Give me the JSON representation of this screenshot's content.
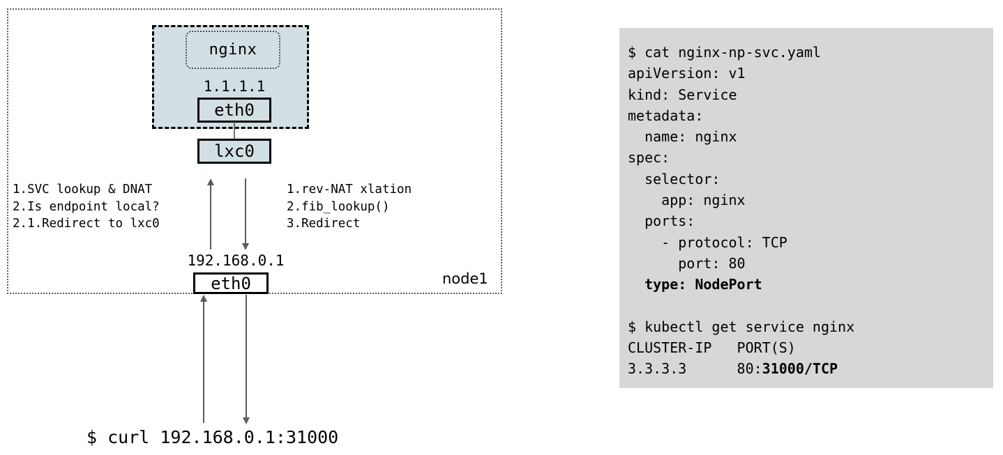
{
  "diagram": {
    "node": {
      "label": "node1",
      "interface": {
        "name": "eth0",
        "ip": "192.168.0.1"
      }
    },
    "pod": {
      "container": {
        "name": "nginx"
      },
      "interface": {
        "name": "eth0",
        "ip": "1.1.1.1"
      },
      "host_veth": {
        "name": "lxc0"
      }
    },
    "notes_ingress": "1.SVC lookup & DNAT\n2.Is endpoint local?\n2.1.Redirect to lxc0",
    "notes_egress": "1.rev-NAT xlation\n2.fib_lookup()\n3.Redirect",
    "client_command": "$ curl 192.168.0.1:31000",
    "colors": {
      "pod_fill": "#d3e0e3",
      "panel_fill": "#d7d7d7",
      "arrow": "#5b5b5b",
      "node_border": "#595959"
    }
  },
  "terminal": {
    "lines": [
      "$ cat nginx-np-svc.yaml",
      "apiVersion: v1",
      "kind: Service",
      "metadata:",
      "  name: nginx",
      "spec:",
      "  selector:",
      "    app: nginx",
      "  ports:",
      "    - protocol: TCP",
      "      port: 80"
    ],
    "type_line": "  type: NodePort",
    "blank": "",
    "get_cmd": "$ kubectl get service nginx",
    "table_header": "CLUSTER-IP   PORT(S)",
    "table_row_prefix": "3.3.3.3      80:",
    "table_row_bold": "31000/TCP"
  }
}
